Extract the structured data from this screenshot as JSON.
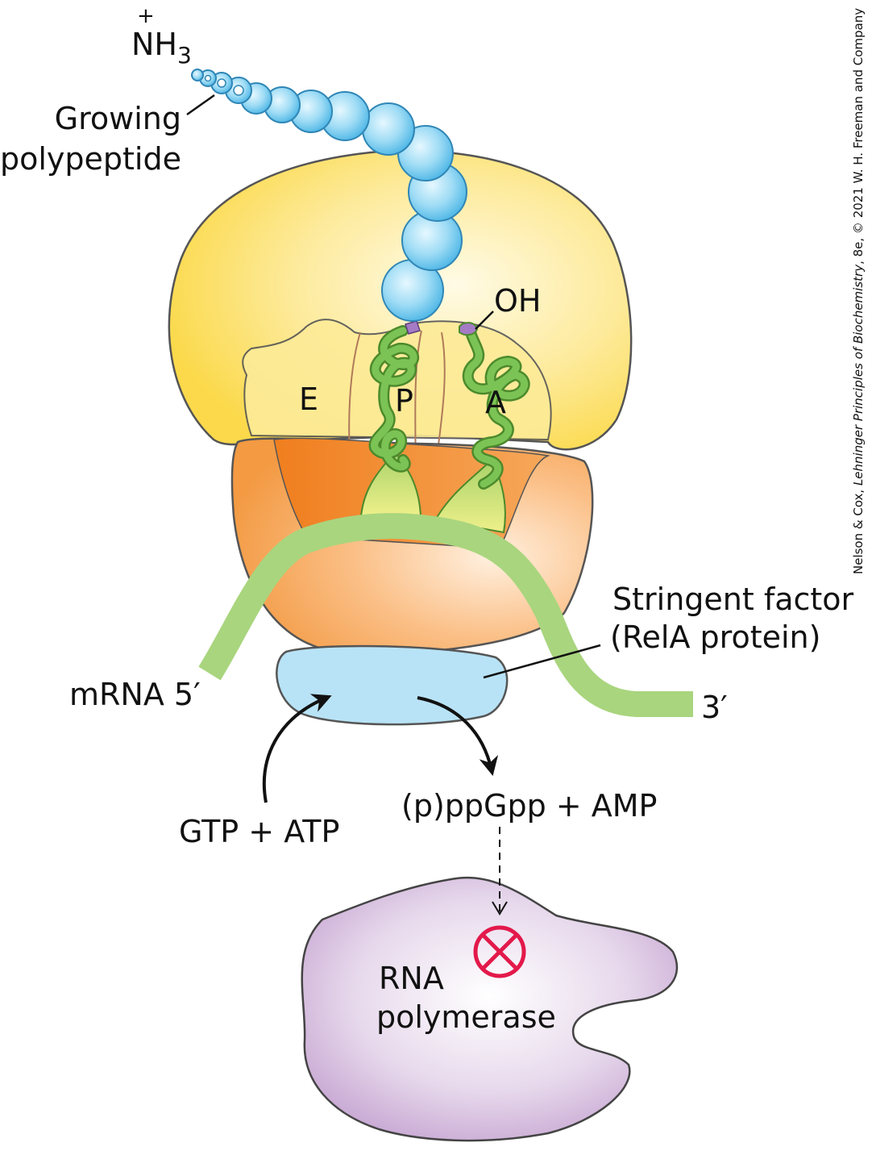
{
  "labels": {
    "nh3_charge": "+",
    "nh3_main": "NH",
    "nh3_sub": "3",
    "polypeptide_line1": "Growing",
    "polypeptide_line2": "polypeptide",
    "oh": "OH",
    "site_e": "E",
    "site_p": "P",
    "site_a": "A",
    "mrna_5": "mRNA 5′",
    "mrna_3": "3′",
    "stringent_line1": "Stringent factor",
    "stringent_line2": "(RelA protein)",
    "substrates": "GTP + ATP",
    "products": "(p)ppGpp + AMP",
    "rnap_line1": "RNA",
    "rnap_line2": "polymerase"
  },
  "credit": {
    "authors": "Nelson & Cox, ",
    "book": "Lehninger Principles of Biochemistry",
    "edition": ", 8e, © 2021 W. H. Freeman and Company"
  },
  "colors": {
    "large_subunit": "#fbe27a",
    "small_subunit": "#f6a75a",
    "trna": "#7cc355",
    "mrna": "#a9d57e",
    "polypeptide": "#7fd0f0",
    "rela": "#b8e3f6",
    "rna_polymerase": "#d9c2e2",
    "inhibition": "#e3194b"
  }
}
